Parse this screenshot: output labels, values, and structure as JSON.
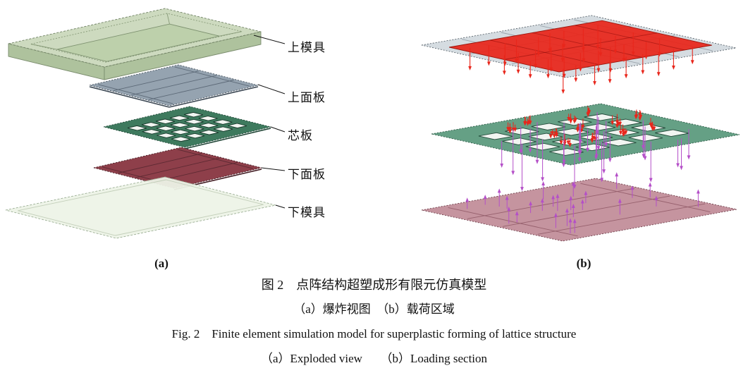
{
  "panel_a": {
    "tag": "(a)",
    "parts": [
      {
        "label": "上模具"
      },
      {
        "label": "上面板"
      },
      {
        "label": "芯板"
      },
      {
        "label": "下面板"
      },
      {
        "label": "下模具"
      }
    ]
  },
  "panel_b": {
    "tag": "(b)"
  },
  "caption": {
    "zh_title": "图 2　点阵结构超塑成形有限元仿真模型",
    "zh_subtitle": "（a）爆炸视图　（b）载荷区域",
    "en_title": "Fig. 2　Finite element simulation model for superplastic forming of lattice structure",
    "en_subtitle": "（a）Exploded view　　（b）Loading section"
  },
  "colors": {
    "upper_die": "#c9d7ba",
    "upper_die_side": "#aec29d",
    "upper_die_floor": "#bdd0ab",
    "upper_face": "#95a3b0",
    "core": "#3e7a5e",
    "hole": "#f1f5f1",
    "lower_face": "#8e3f4a",
    "lower_die": "#edf3e7",
    "top_plate": "#ced6dc",
    "pressure": "#e8261b",
    "core_b": "#5f9c80",
    "bottom_plate": "#c28e9a",
    "constraint": "#b44fc8",
    "leader": "#111111"
  }
}
